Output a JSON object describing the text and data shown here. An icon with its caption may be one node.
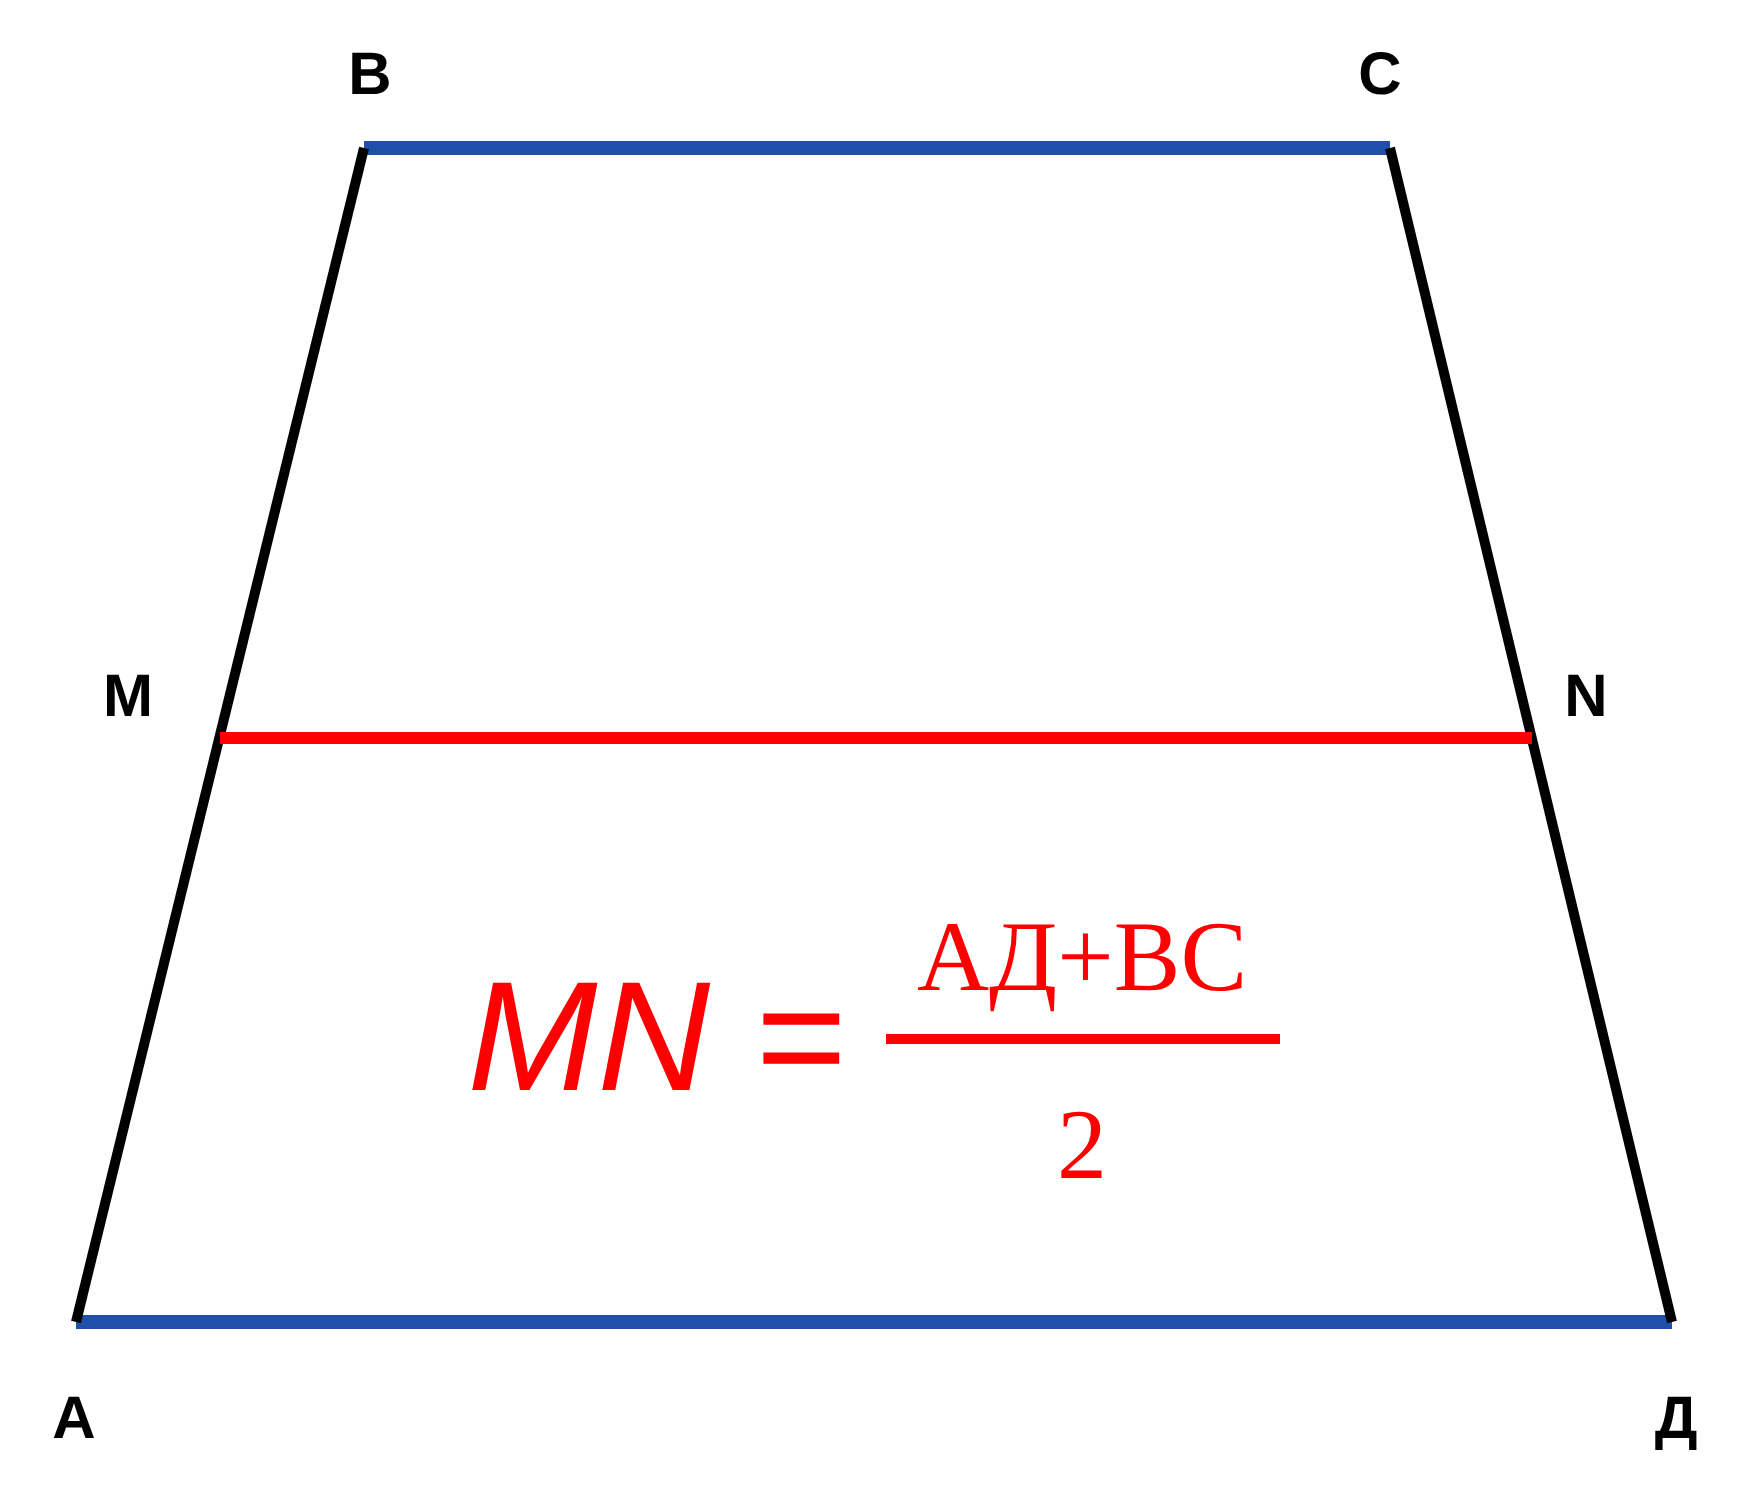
{
  "diagram": {
    "labels": [
      "В",
      "С",
      "M",
      "N",
      "А",
      "Д",
      "MN =",
      "АД+ВС",
      "2"
    ]
  }
}
